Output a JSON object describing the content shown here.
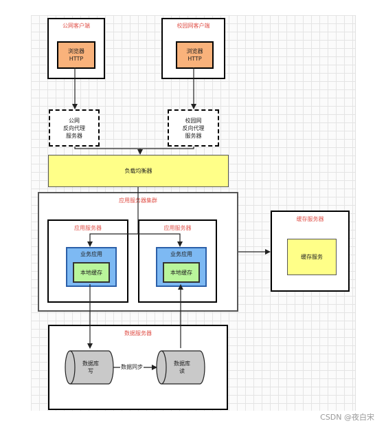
{
  "diagram": {
    "public_client": {
      "title": "公网客户端",
      "browser": "浏览器\nHTTP"
    },
    "campus_client": {
      "title": "校园网客户端",
      "browser": "浏览器\nHTTP"
    },
    "public_proxy": "公网\n反向代理\n服务器",
    "campus_proxy": "校园网\n反向代理\n服务器",
    "load_balancer": "负载均衡器",
    "app_cluster": {
      "title": "应用服务器集群",
      "servers": [
        {
          "title": "应用服务器",
          "app": "业务应用",
          "cache": "本地缓存"
        },
        {
          "title": "应用服务器",
          "app": "业务应用",
          "cache": "本地缓存"
        }
      ]
    },
    "cache_group": {
      "title": "缓存服务器",
      "service": "缓存服务"
    },
    "db_group": {
      "title": "数据服务器",
      "db_write": "数据库\n写",
      "db_read": "数据库\n读",
      "sync_label": "数据同步"
    }
  },
  "watermark": "CSDN @夜白宋"
}
